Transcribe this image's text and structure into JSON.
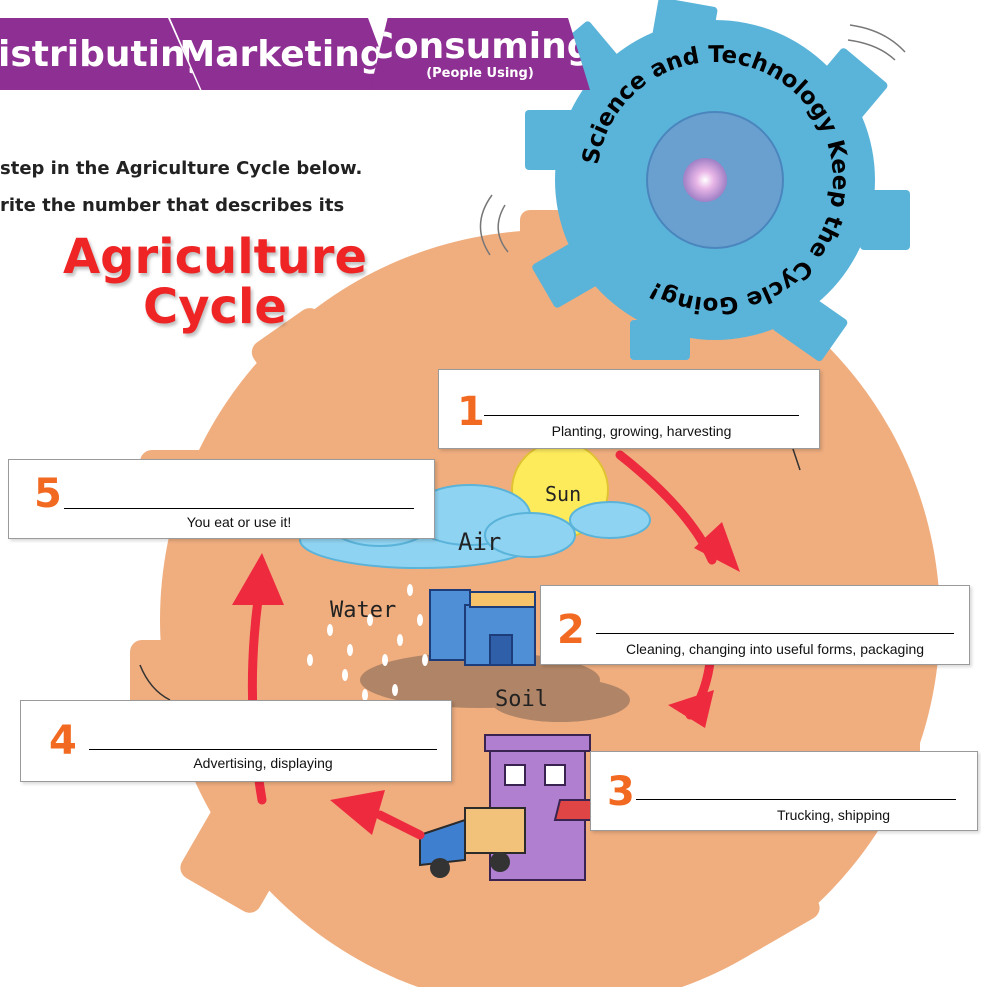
{
  "tabs": [
    {
      "label": "istributing"
    },
    {
      "label": "Marketing"
    },
    {
      "label": "Consuming",
      "sublabel": "(People Using)"
    }
  ],
  "instructions": {
    "line1": "step in the Agriculture Cycle below.",
    "line2": "rite the number that describes its"
  },
  "title": {
    "line1": "Agriculture",
    "line2": "Cycle"
  },
  "gear_text": "Science and Technology Keep the Cycle Going!",
  "scene_labels": {
    "sun": "Sun",
    "air": "Air",
    "water": "Water",
    "soil": "Soil"
  },
  "steps": [
    {
      "number": "1",
      "caption": "Planting, growing, harvesting"
    },
    {
      "number": "2",
      "caption": "Cleaning, changing into useful forms, packaging"
    },
    {
      "number": "3",
      "caption": "Trucking, shipping"
    },
    {
      "number": "4",
      "caption": "Advertising, displaying"
    },
    {
      "number": "5",
      "caption": "You eat or use it!"
    }
  ],
  "colors": {
    "tab": "#8e2f93",
    "title": "#ef2424",
    "number": "#f26a21",
    "gear_orange": "#f0ae7f",
    "gear_blue": "#5ab3d9",
    "arrow": "#ee2a3f"
  }
}
